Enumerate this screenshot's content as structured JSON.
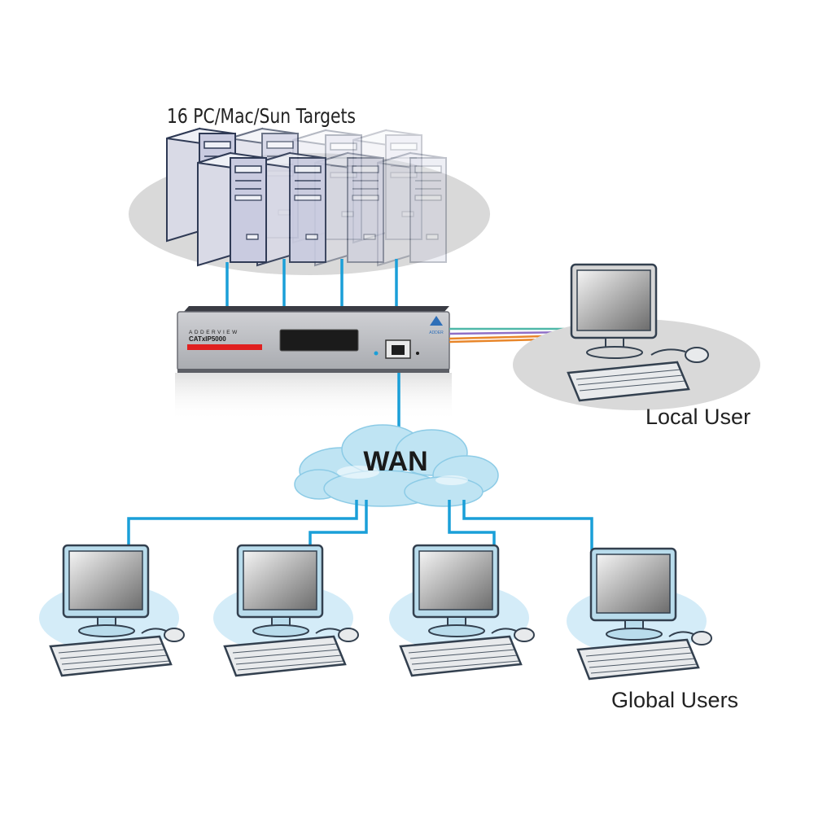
{
  "labels": {
    "targets": "16 PC/Mac/Sun Targets",
    "local_user": "Local User",
    "wan": "WAN",
    "global_users": "Global Users"
  },
  "device": {
    "brand": "ADDERVIEW",
    "model": "CATxIP5000",
    "vendor": "ADDER"
  },
  "colors": {
    "network_link": "#1a9fd8",
    "local_cable_1": "#4fb8a8",
    "local_cable_2": "#8f6fc6",
    "local_cable_3": "#e8862a",
    "cloud_fill": "#bfe4f3",
    "user_platform": "#d4ecf8",
    "target_platform": "#d9d9d9",
    "device_led_strip": "#e02020"
  },
  "icons": {
    "servers": "tower-server-icon",
    "kvm_switch": "kvm-over-ip-switch-icon",
    "workstation": "desktop-computer-icon",
    "cloud": "wan-cloud-icon",
    "network_port": "rj45-port-icon"
  }
}
